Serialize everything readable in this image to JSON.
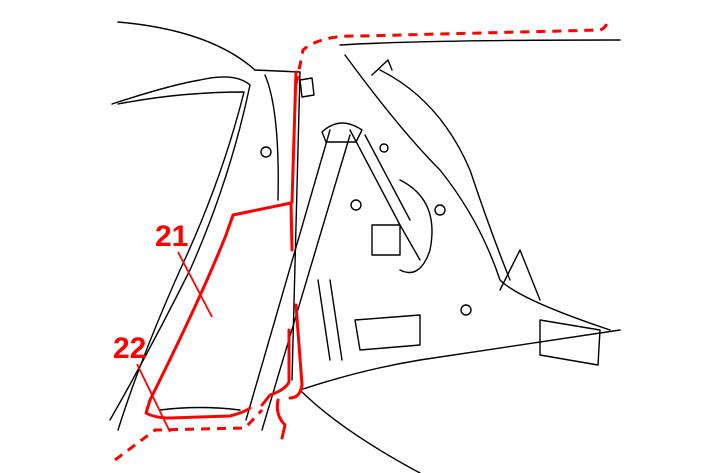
{
  "callouts": [
    {
      "id": "21",
      "label": "21"
    },
    {
      "id": "22",
      "label": "22"
    }
  ],
  "colors": {
    "highlight": "#ff0000",
    "line": "#000000"
  }
}
